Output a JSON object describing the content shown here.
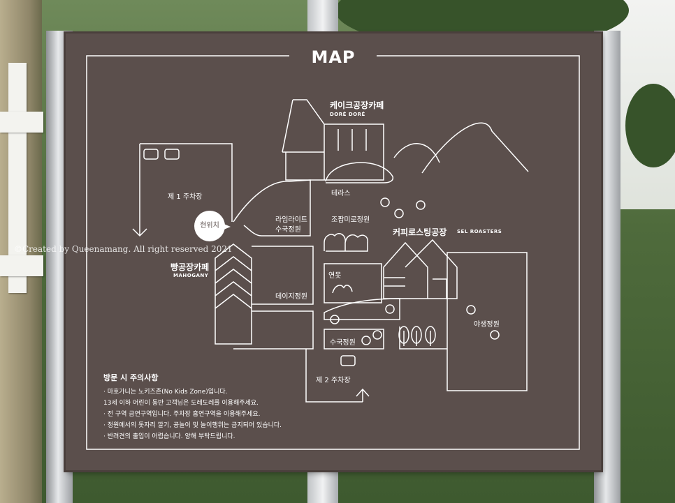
{
  "sign": {
    "title": "MAP",
    "cake_cafe": "케이크공장카페",
    "cake_cafe_sub": "DORÉ DORÉ",
    "parking1": "제 1 주차장",
    "terrace": "테라스",
    "limelight": "라임라이트",
    "limelight2": "수국정원",
    "current_location": "현위치",
    "zobab": "조팝미로정원",
    "roasting": "커피로스팅공장",
    "roasting_sub": "SEL ROASTERS",
    "bakery": "빵공장카페",
    "bakery_sub": "MAHOGANY",
    "pond": "연못",
    "daisy": "데이지정원",
    "wild": "야생정원",
    "hydrangea": "수국정원",
    "parking2": "제 2 주차장",
    "notes_heading": "방문 시 주의사항",
    "notes": [
      "· 마호가니는 노키즈존(No Kids Zone)입니다.",
      "  13세 이하 어린이 동반 고객님은 도레도레를 이용해주세요.",
      "· 전 구역 금연구역입니다. 주차장 흡연구역을 이용해주세요.",
      "· 정원에서의 돗자리 깔기, 공놀이 및 놀이행위는 금지되어 있습니다.",
      "· 반려견의 출입이 어렵습니다. 양해 부탁드립니다."
    ]
  },
  "watermark": "©Created by Queenamang. All right reserved 2021"
}
